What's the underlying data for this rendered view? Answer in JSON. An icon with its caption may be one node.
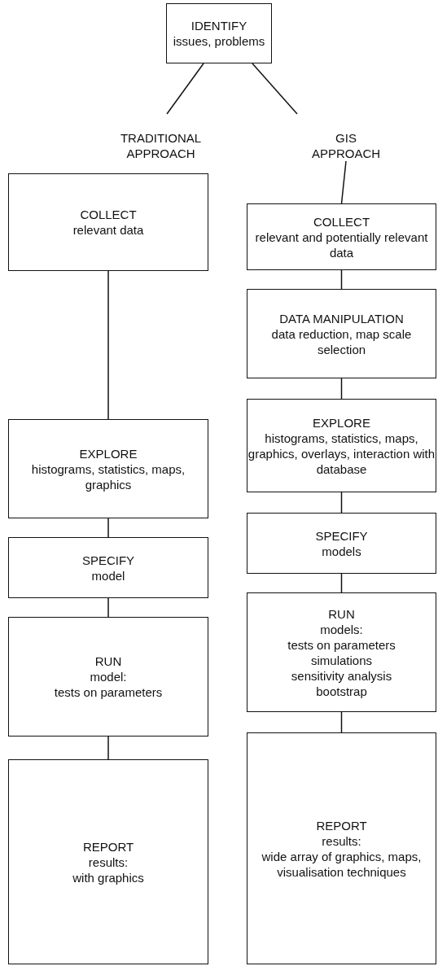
{
  "diagram": {
    "nodes": [
      {
        "text": [
          "IDENTIFY",
          "issues, problems"
        ]
      },
      {
        "text": [
          "TRADITIONAL APPROACH"
        ]
      },
      {
        "text": [
          "GIS APPROACH"
        ]
      },
      {
        "text": [
          "COLLECT",
          "relevant data"
        ]
      },
      {
        "text": [
          "EXPLORE",
          "histograms, statistics, maps, graphics"
        ]
      },
      {
        "text": [
          "SPECIFY",
          "model"
        ]
      },
      {
        "text": [
          "RUN",
          "model:",
          "tests on parameters"
        ]
      },
      {
        "text": [
          "REPORT",
          "results:",
          "with graphics"
        ]
      },
      {
        "text": [
          "COLLECT",
          "relevant and potentially relevant data"
        ]
      },
      {
        "text": [
          "DATA MANIPULATION",
          "data reduction, map scale selection"
        ]
      },
      {
        "text": [
          "EXPLORE",
          "histograms, statistics, maps, graphics, overlays, interaction with database"
        ]
      },
      {
        "text": [
          "SPECIFY",
          "models"
        ]
      },
      {
        "text": [
          "RUN",
          "models:",
          "tests on parameters",
          "simulations",
          "sensitivity analysis",
          "bootstrap"
        ]
      },
      {
        "text": [
          "REPORT",
          "results:",
          "wide array of graphics, maps, visualisation techniques"
        ]
      }
    ],
    "edges": [
      {
        "from": 0,
        "to": 1,
        "arrow": "none"
      },
      {
        "from": 0,
        "to": 2,
        "arrow": "none"
      },
      {
        "from": 3,
        "to": 4,
        "arrow": "none"
      },
      {
        "from": 4,
        "to": 5,
        "arrow": "none"
      },
      {
        "from": 5,
        "to": 6,
        "arrow": "none"
      },
      {
        "from": 6,
        "to": 7,
        "arrow": "none"
      },
      {
        "from": 2,
        "to": 8,
        "arrow": "none"
      },
      {
        "from": 8,
        "to": 9,
        "arrow": "none"
      },
      {
        "from": 9,
        "to": 10,
        "arrow": "none"
      },
      {
        "from": 10,
        "to": 11,
        "arrow": "none"
      },
      {
        "from": 11,
        "to": 12,
        "arrow": "none"
      },
      {
        "from": 12,
        "to": 13,
        "arrow": "none"
      }
    ]
  }
}
